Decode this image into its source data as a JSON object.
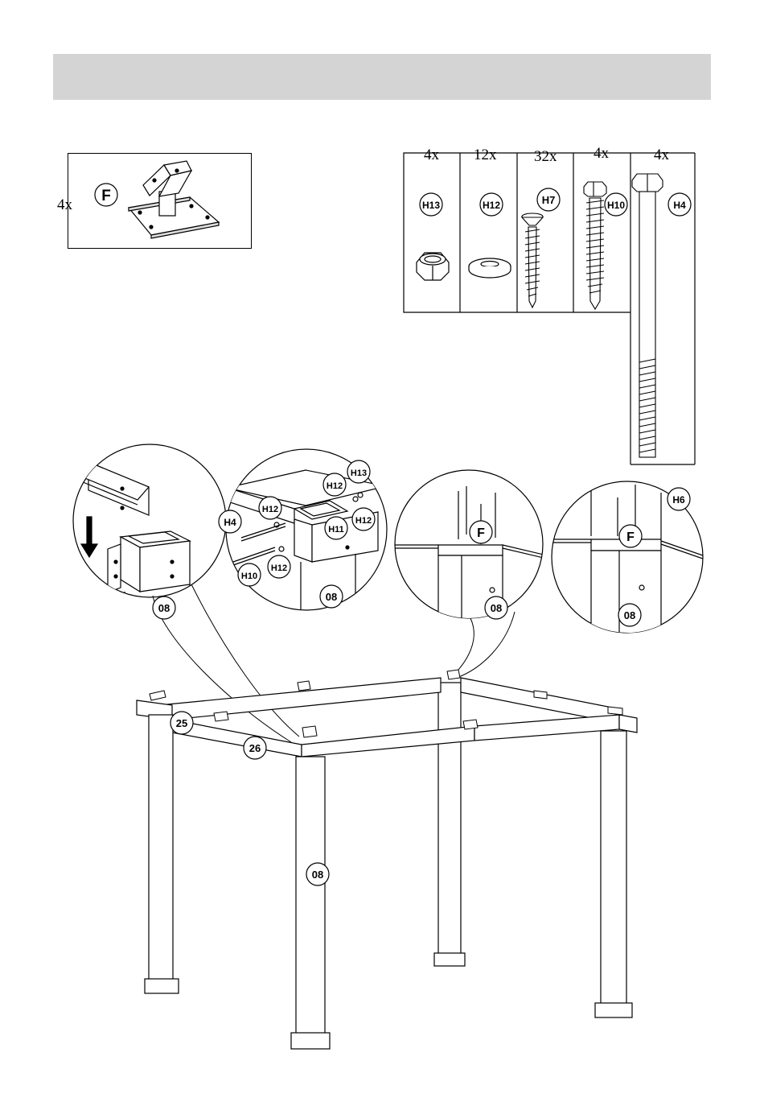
{
  "part": {
    "qty": "4x",
    "id": "F"
  },
  "hardware": [
    {
      "qty": "4x",
      "id": "H13"
    },
    {
      "qty": "12x",
      "id": "H12"
    },
    {
      "qty": "32x",
      "id": "H7"
    },
    {
      "qty": "4x",
      "id": "H10"
    },
    {
      "qty": "4x",
      "id": "H4"
    }
  ],
  "callouts": {
    "beam_detail": {
      "post": "08",
      "h4": "H4",
      "h10": "H10",
      "h11": "H11",
      "h13": "H13",
      "h12_a": "H12",
      "h12_b": "H12",
      "h12_c": "H12",
      "h12_d": "H12",
      "post_b": "08"
    },
    "bracket_detail_1": {
      "bracket": "F",
      "post": "08"
    },
    "bracket_detail_2": {
      "bracket": "F",
      "screw": "H6",
      "post": "08"
    }
  },
  "main": {
    "beam_a": "25",
    "beam_b": "26",
    "post": "08"
  }
}
